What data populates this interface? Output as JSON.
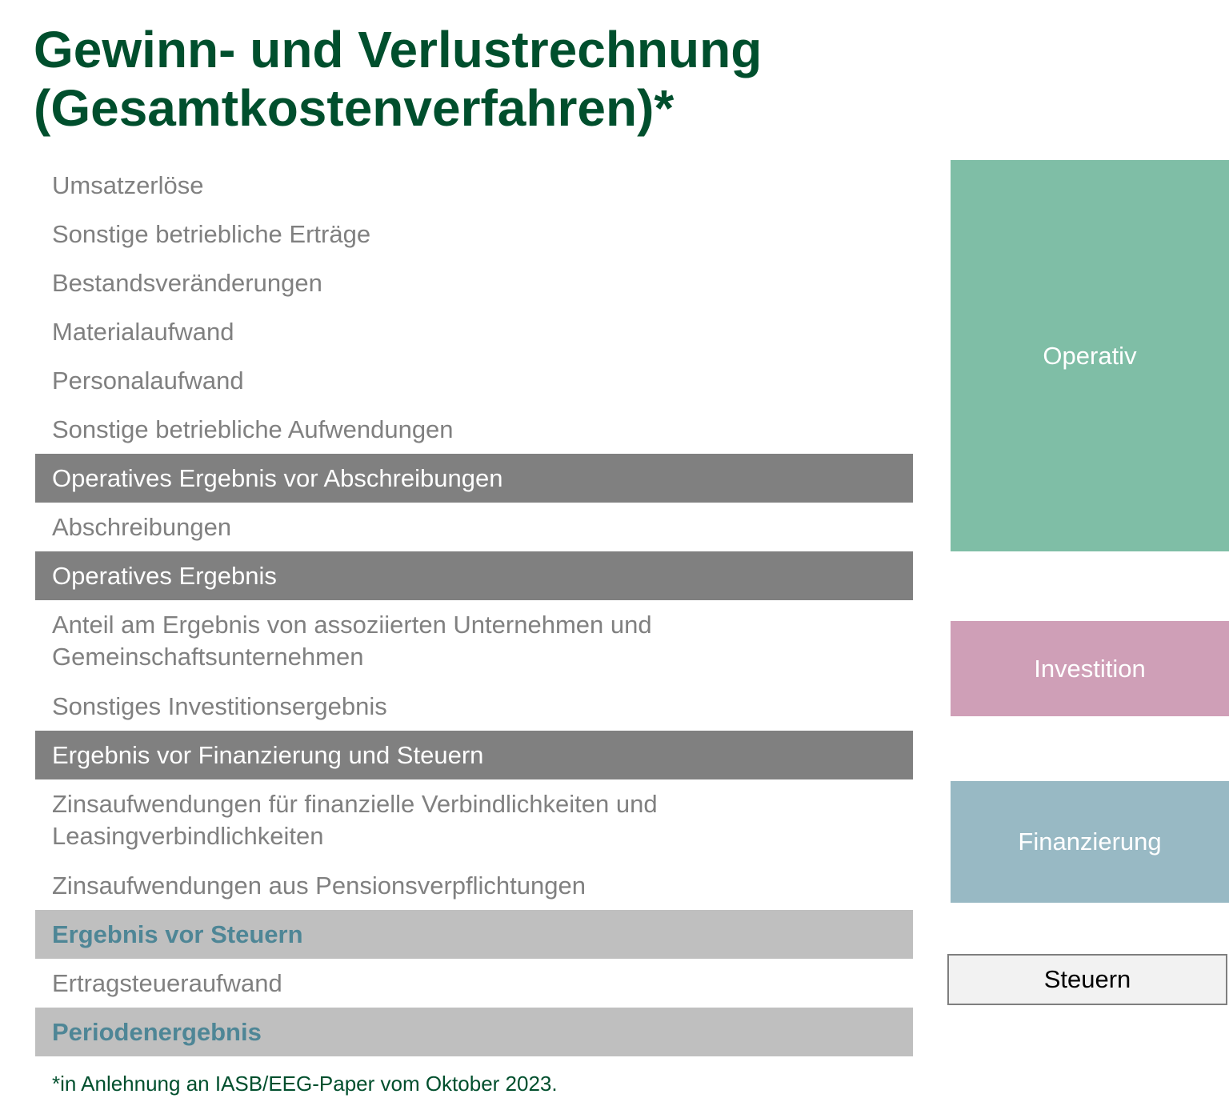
{
  "title": {
    "line1": "Gewinn- und Verlustrechnung",
    "line2": "(Gesamtkostenverfahren)*"
  },
  "colors": {
    "title": "#004f2d",
    "item_text": "#808080",
    "subtotal_bg": "#808080",
    "total_bg": "#bfbfbf",
    "total_text": "#4e8696",
    "operativ": "#7fbea6",
    "investition": "#cf9fb7",
    "finanzierung": "#98b9c4",
    "steuern": "#f2f2f2"
  },
  "rows": [
    {
      "label": "Umsatzerlöse",
      "style": "item"
    },
    {
      "label": "Sonstige betriebliche Erträge",
      "style": "item"
    },
    {
      "label": "Bestandsveränderungen",
      "style": "item"
    },
    {
      "label": "Materialaufwand",
      "style": "item"
    },
    {
      "label": "Personalaufwand",
      "style": "item"
    },
    {
      "label": "Sonstige betriebliche Aufwendungen",
      "style": "item"
    },
    {
      "label": "Operatives Ergebnis vor Abschreibungen",
      "style": "subtotal"
    },
    {
      "label": "Abschreibungen",
      "style": "item"
    },
    {
      "label": "Operatives Ergebnis",
      "style": "subtotal"
    },
    {
      "label": "Anteil am Ergebnis von assoziierten Unternehmen und",
      "label2": "Gemeinschaftsunternehmen",
      "style": "item"
    },
    {
      "label": "Sonstiges Investitionsergebnis",
      "style": "item"
    },
    {
      "label": "Ergebnis vor Finanzierung und Steuern",
      "style": "subtotal"
    },
    {
      "label": "Zinsaufwendungen für finanzielle Verbindlichkeiten und",
      "label2": "Leasingverbindlichkeiten",
      "style": "item"
    },
    {
      "label": "Zinsaufwendungen aus Pensionsverpflichtungen",
      "style": "item"
    },
    {
      "label": "Ergebnis vor Steuern",
      "style": "total"
    },
    {
      "label": "Ertragsteueraufwand",
      "style": "item"
    },
    {
      "label": "Periodenergebnis",
      "style": "total"
    }
  ],
  "categories": {
    "operativ": "Operativ",
    "investition": "Investition",
    "finanzierung": "Finanzierung",
    "steuern": "Steuern"
  },
  "footnote": "*in Anlehnung an IASB/EEG-Paper vom Oktober 2023."
}
